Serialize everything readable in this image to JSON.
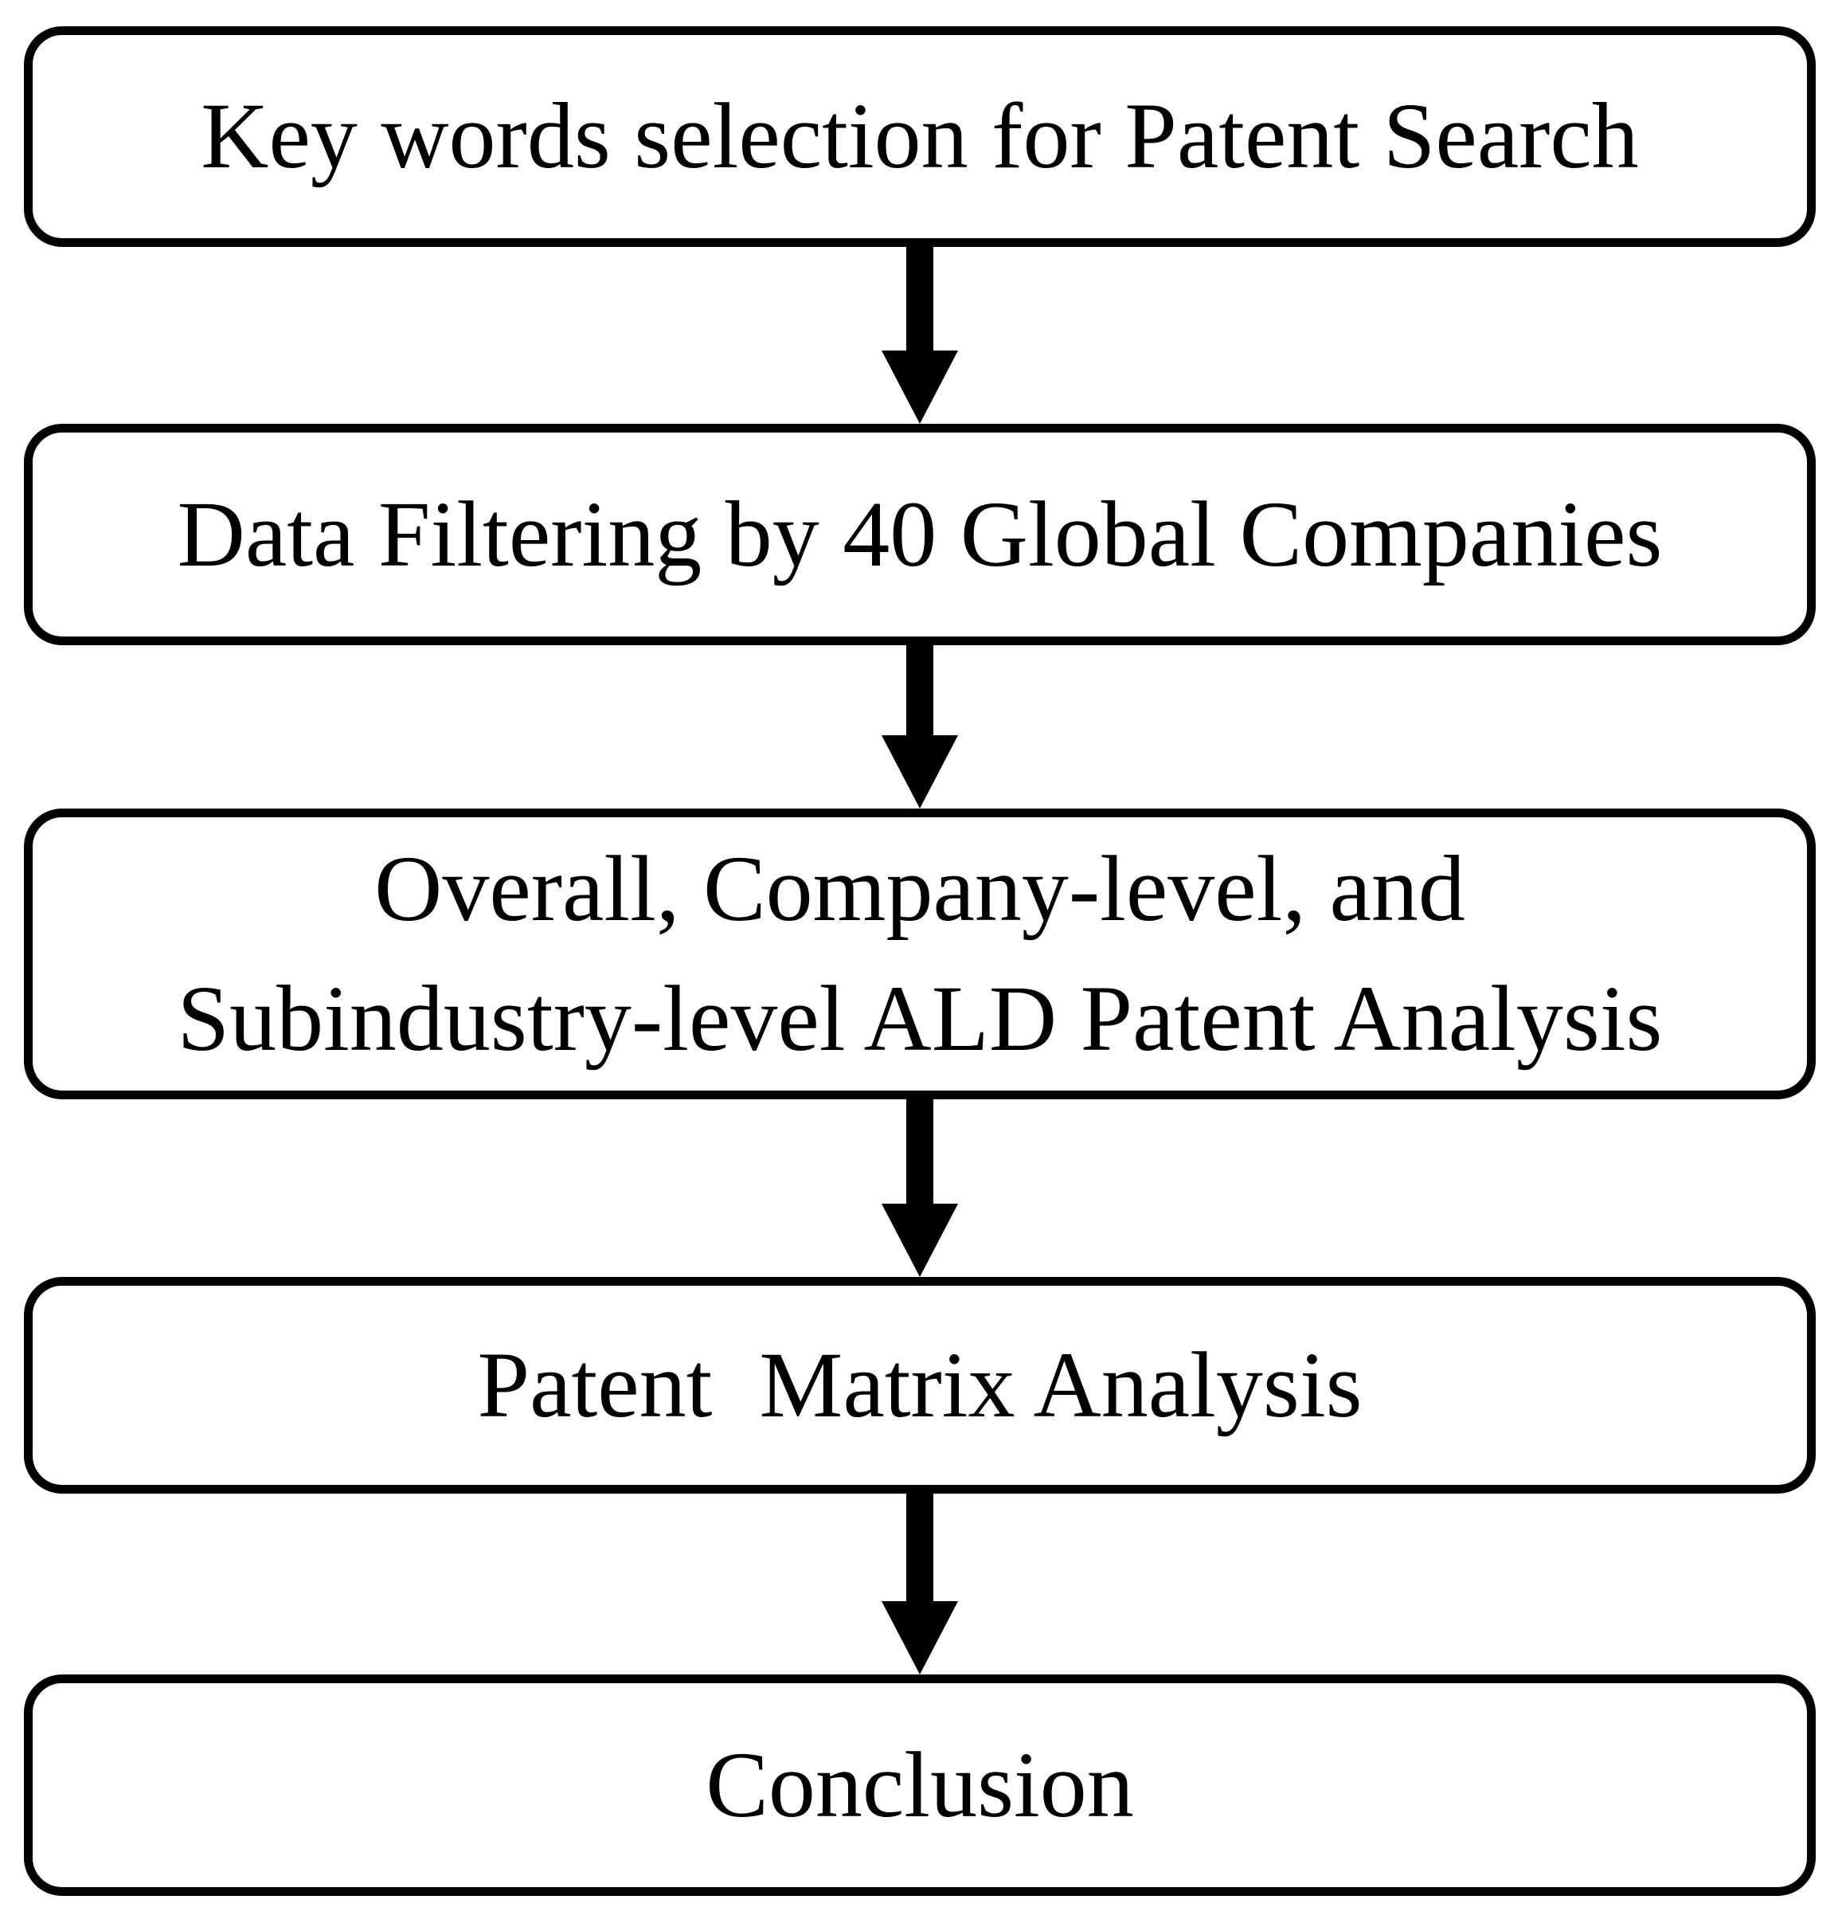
{
  "diagram": {
    "type": "flowchart",
    "direction": "top-to-bottom",
    "background_color": "#ffffff",
    "box_border_color": "#000000",
    "arrow_color": "#000000",
    "text_color": "#000000",
    "steps": [
      {
        "id": "keywords",
        "label": "Key words selection for Patent Search"
      },
      {
        "id": "data-filtering",
        "label": "Data Filtering by 40 Global Companies"
      },
      {
        "id": "patent-analysis",
        "label": "Overall, Company-level, and\nSubindustry-level ALD Patent Analysis"
      },
      {
        "id": "matrix-analysis",
        "label": "Patent  Matrix Analysis"
      },
      {
        "id": "conclusion",
        "label": "Conclusion"
      }
    ]
  }
}
